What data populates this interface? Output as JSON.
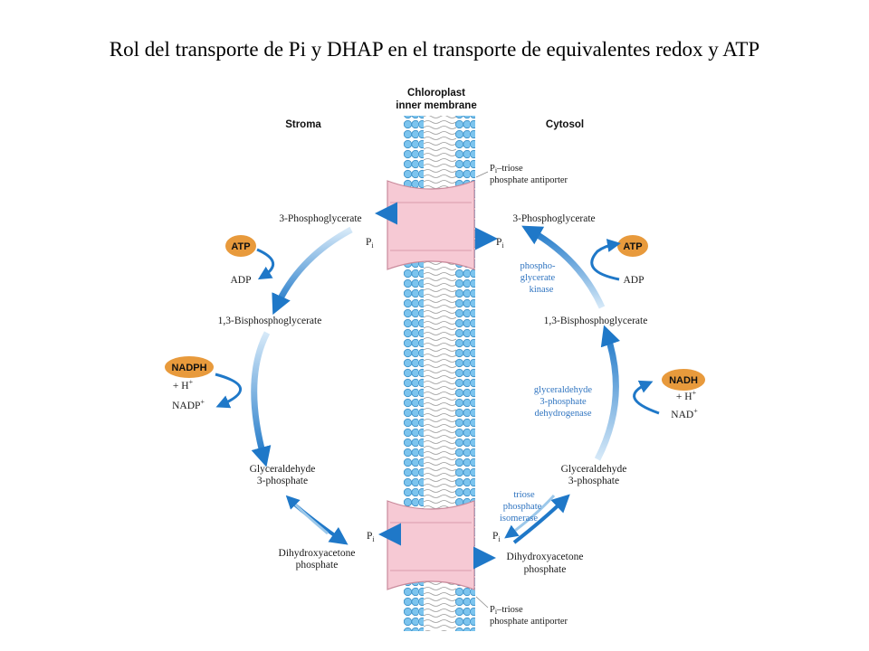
{
  "title": "Rol del transporte de Pi y DHAP en el transporte de equivalentes redox y ATP",
  "membrane_label": [
    "Chloroplast",
    "inner membrane"
  ],
  "stroma_label": "Stroma",
  "cytosol_label": "Cytosol",
  "antiporter_label_top": [
    "–triose",
    "phosphate antiporter"
  ],
  "antiporter_label_bottom": [
    "–triose",
    "phosphate antiporter"
  ],
  "pi_symbol": "P",
  "pi_subscript": "i",
  "stroma": {
    "pga": "3-Phosphoglycerate",
    "atp": "ATP",
    "adp": "ADP",
    "bpg": "1,3-Bisphosphoglycerate",
    "nadph": "NADPH",
    "h_plus": "+ H",
    "nadp": "NADP",
    "g3p": [
      "Glyceraldehyde",
      "3-phosphate"
    ],
    "dhap": [
      "Dihydroxyacetone",
      "phosphate"
    ]
  },
  "cytosol": {
    "pga": "3-Phosphoglycerate",
    "atp": "ATP",
    "adp": "ADP",
    "pgk": [
      "phospho-",
      "glycerate",
      "kinase"
    ],
    "bpg": "1,3-Bisphosphoglycerate",
    "gapdh": [
      "glyceraldehyde",
      "3-phosphate",
      "dehydrogenase"
    ],
    "nadh": "NADH",
    "h_plus": "+ H",
    "nad": "NAD",
    "g3p": [
      "Glyceraldehyde",
      "3-phosphate"
    ],
    "tpi": [
      "triose",
      "phosphate",
      "isomerase"
    ],
    "dhap": [
      "Dihydroxyacetone",
      "phosphate"
    ]
  },
  "colors": {
    "arrow_blue": "#1f78c8",
    "cofactor_orange": "#e89a3c",
    "lipid_head": "#7cc4ee",
    "transporter_pink": "#f6c9d4",
    "enzyme_text": "#2f74c0"
  }
}
